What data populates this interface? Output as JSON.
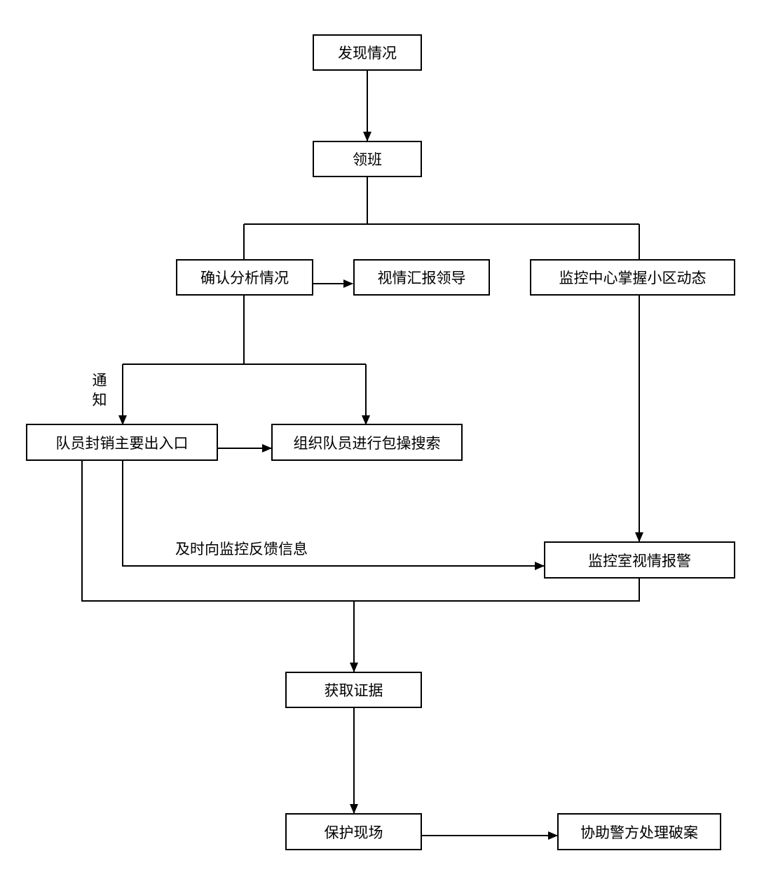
{
  "nodes": {
    "discover": "发现情况",
    "leader": "领班",
    "confirm": "确认分析情况",
    "report_leader": "视情汇报领导",
    "monitor_center": "监控中心掌握小区动态",
    "block_exits": "队员封销主要出入口",
    "organize_search": "组织队员进行包操搜索",
    "monitor_alarm": "监控室视情报警",
    "get_evidence": "获取证据",
    "protect_scene": "保护现场",
    "assist_police": "协助警方处理破案"
  },
  "labels": {
    "notify_1": "通",
    "notify_2": "知",
    "feedback": "及时向监控反馈信息"
  }
}
